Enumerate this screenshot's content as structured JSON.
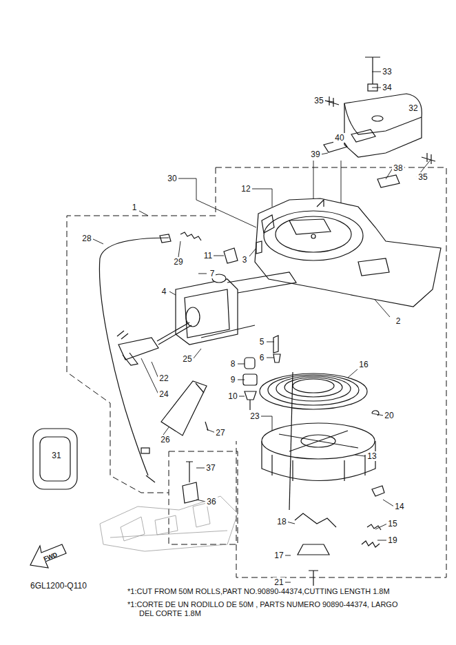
{
  "diagram": {
    "labels": [
      "1",
      "2",
      "3",
      "4",
      "5",
      "6",
      "7",
      "8",
      "9",
      "10",
      "11",
      "12",
      "13",
      "14",
      "15",
      "16",
      "17",
      "18",
      "19",
      "20",
      "21",
      "22",
      "23",
      "24",
      "25",
      "26",
      "27",
      "28",
      "29",
      "30",
      "31",
      "32",
      "33",
      "34",
      "35",
      "36",
      "37",
      "38",
      "39",
      "40",
      "35",
      "FWD",
      "6GL1200-Q110",
      "*1:CUT FROM 50M ROLLS,PART NO.90890-44374,CUTTING LENGTH 1.8M",
      "*1:CORTE DE UN RODILLO DE 50M , PARTS NUMERO 90890-44374, LARGO DEL CORTE 1.8M"
    ]
  }
}
